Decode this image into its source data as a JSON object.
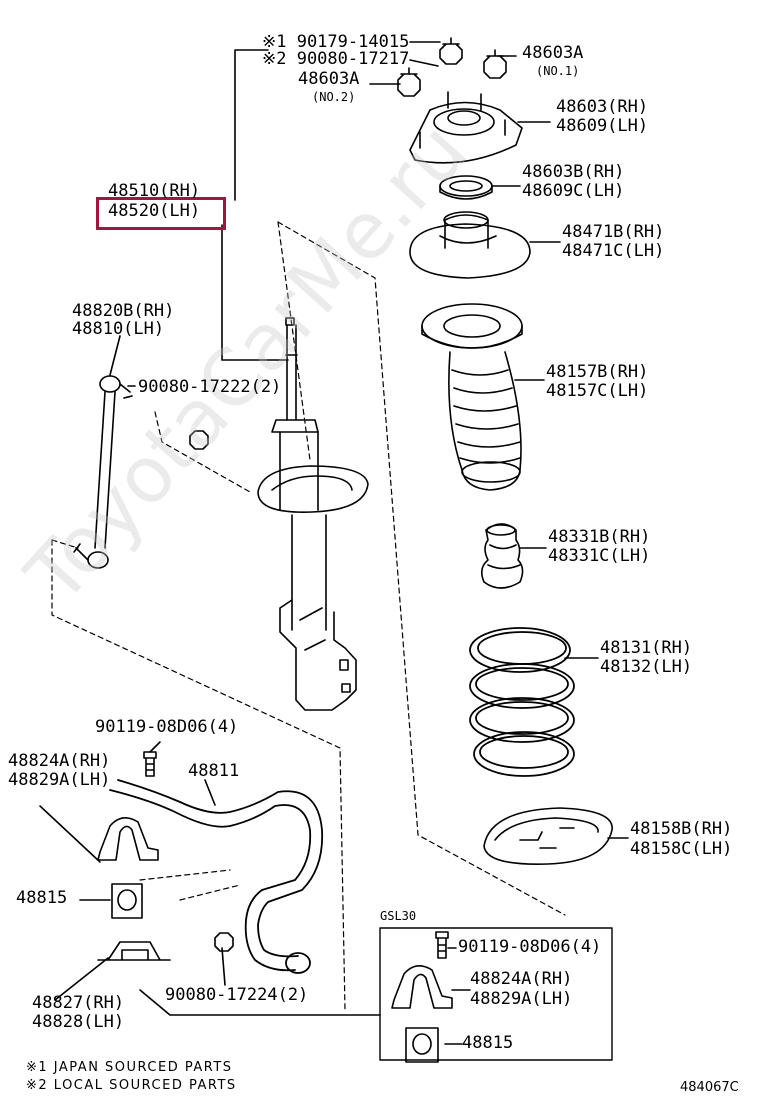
{
  "watermark": "ToyotaCarMe.ru",
  "labels": {
    "p90179": "※1 90179-14015",
    "p90080a": "※2 90080-17217",
    "p48603a_no2": "48603A",
    "no2": "(NO.2)",
    "p48603a_no1": "48603A",
    "no1": "(NO.1)",
    "p48603": "48603(RH)",
    "p48609": "48609(LH)",
    "p48603b": "48603B(RH)",
    "p48609c": "48609C(LH)",
    "p48471b": "48471B(RH)",
    "p48471c": "48471C(LH)",
    "p48510": "48510(RH)",
    "p48520": "48520(LH)",
    "p48820b": "48820B(RH)",
    "p48810": "48810(LH)",
    "p90080b": "90080-17222(2)",
    "p48157b": "48157B(RH)",
    "p48157c": "48157C(LH)",
    "p48331b": "48331B(RH)",
    "p48331c": "48331C(LH)",
    "p48131": "48131(RH)",
    "p48132": "48132(LH)",
    "p90119a": "90119-08D06(4)",
    "p48824a": "48824A(RH)",
    "p48829a": "48829A(LH)",
    "p48811": "48811",
    "p48815a": "48815",
    "p48158b": "48158B(RH)",
    "p48158c": "48158C(LH)",
    "gsl30": "GSL30",
    "p90119b": "90119-08D06(4)",
    "p48824a_b": "48824A(RH)",
    "p48829a_b": "48829A(LH)",
    "p90080c": "90080-17224(2)",
    "p48827": "48827(RH)",
    "p48828": "48828(LH)",
    "p48815b": "48815"
  },
  "notes": {
    "japan": "※1 JAPAN SOURCED PARTS",
    "local": "※2 LOCAL SOURCED PARTS",
    "code": "484067C"
  },
  "colors": {
    "line": "#000000",
    "highlight": "#a0163d"
  }
}
